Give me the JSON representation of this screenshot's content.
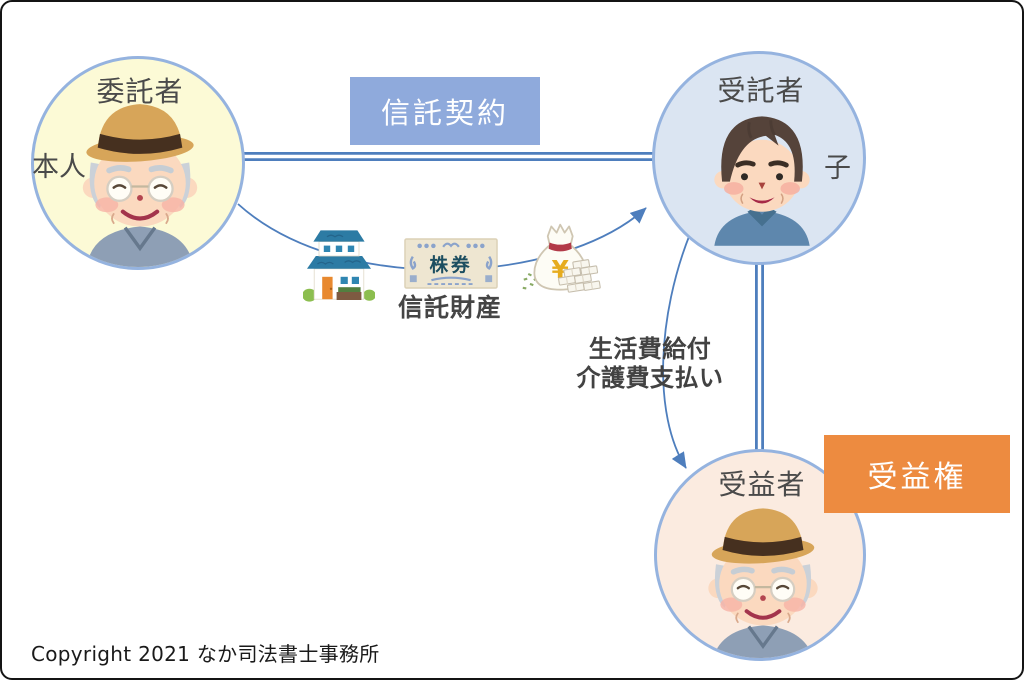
{
  "canvas": {
    "background": "#FFFFFF",
    "border_color": "#141414"
  },
  "nodes": {
    "settlor": {
      "role": "委託者",
      "tag": "本人",
      "fill": "#FCFAD6",
      "stroke": "#95B3DF",
      "person": "elderly-man-with-hat"
    },
    "trustee": {
      "role": "受託者",
      "tag": "子",
      "fill": "#DBE5F2",
      "stroke": "#95B3DF",
      "person": "middle-aged-man"
    },
    "beneficiary": {
      "role": "受益者",
      "fill": "#FBEBE0",
      "stroke": "#95B3DF",
      "person": "elderly-man-with-hat"
    }
  },
  "boxes": {
    "trust_contract": {
      "label": "信託契約",
      "bg": "#8FAADC",
      "text_color": "#FFFFFF"
    },
    "beneficiary_right": {
      "label": "受益権",
      "bg": "#ED8B40",
      "text_color": "#FFFFFF"
    }
  },
  "assets": {
    "caption": "信託財産",
    "items": [
      "house-icon",
      "stock-certificate-icon",
      "money-bag-icon"
    ],
    "stock_certificate_text": "株券",
    "money_bag_symbol": "¥"
  },
  "flows": {
    "payment_line1": "生活費給付",
    "payment_line2": "介護費支払い",
    "connector_color": "#4E7EBD"
  },
  "footer": {
    "copyright": "Copyright 2021 なか司法書士事務所"
  }
}
